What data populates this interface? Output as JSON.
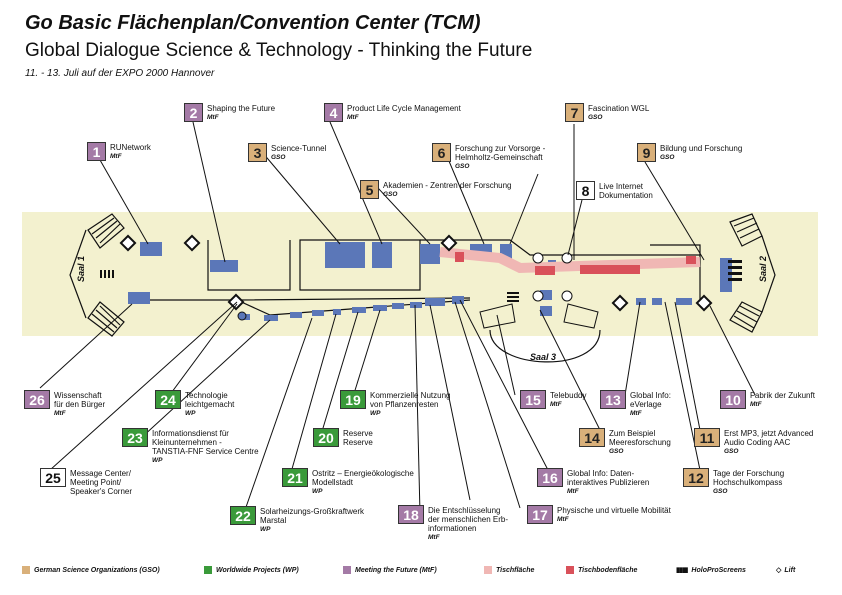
{
  "header": {
    "title": "Go Basic Flächenplan/Convention Center (TCM)",
    "subtitle": "Global Dialogue Science & Technology - Thinking the Future",
    "dates": "11. - 13. Juli auf der EXPO 2000 Hannover"
  },
  "halls": {
    "saal1": "Saal 1",
    "saal2": "Saal 2",
    "saal3": "Saal 3"
  },
  "colors": {
    "gso": "#d9b07a",
    "wp": "#3a9a3a",
    "mtf": "#a47aa6",
    "tisch": "#f0b7b4",
    "tischboden": "#d9515a",
    "floor": "#f3f1cf",
    "booth": "#5b77b8"
  },
  "stations": [
    {
      "n": "1",
      "cat": "MtF",
      "label": "RUNetwork",
      "tag": "MtF"
    },
    {
      "n": "2",
      "cat": "MtF",
      "label": "Shaping the Future",
      "tag": "MtF"
    },
    {
      "n": "3",
      "cat": "GSO",
      "label": "Science-Tunnel",
      "tag": "GSO"
    },
    {
      "n": "4",
      "cat": "MtF",
      "label": "Product Life Cycle Management",
      "tag": "MtF"
    },
    {
      "n": "5",
      "cat": "GSO",
      "label": "Akademien - Zentren der Forschung",
      "tag": "GSO"
    },
    {
      "n": "6",
      "cat": "GSO",
      "label": "Forschung zur Vorsorge -\nHelmholtz-Gemeinschaft",
      "tag": "GSO"
    },
    {
      "n": "7",
      "cat": "GSO",
      "label": "Fascination WGL",
      "tag": "GSO"
    },
    {
      "n": "8",
      "cat": "none",
      "label": "Live Internet\nDokumentation",
      "tag": ""
    },
    {
      "n": "9",
      "cat": "GSO",
      "label": "Bildung und Forschung",
      "tag": "GSO"
    },
    {
      "n": "10",
      "cat": "MtF",
      "label": "Fabrik der Zukunft",
      "tag": "MtF"
    },
    {
      "n": "11",
      "cat": "GSO",
      "label": "Erst MP3, jetzt Advanced\nAudio Coding AAC",
      "tag": "GSO"
    },
    {
      "n": "12",
      "cat": "GSO",
      "label": "Tage der Forschung\nHochschulkompass",
      "tag": "GSO"
    },
    {
      "n": "13",
      "cat": "MtF",
      "label": "Global Info:\neVerlage",
      "tag": "MtF"
    },
    {
      "n": "14",
      "cat": "GSO",
      "label": "Zum Beispiel\nMeeresforschung",
      "tag": "GSO"
    },
    {
      "n": "15",
      "cat": "MtF",
      "label": "Telebuddy",
      "tag": "MtF"
    },
    {
      "n": "16",
      "cat": "MtF",
      "label": "Global Info: Daten-\ninteraktives Publizieren",
      "tag": "MtF"
    },
    {
      "n": "17",
      "cat": "MtF",
      "label": "Physische und virtuelle Mobilität",
      "tag": "MtF"
    },
    {
      "n": "18",
      "cat": "MtF",
      "label": "Die Entschlüsselung\nder menschlichen Erb-\ninformationen",
      "tag": "MtF"
    },
    {
      "n": "19",
      "cat": "WP",
      "label": "Kommerzielle Nutzung\nvon Pflanzenresten",
      "tag": "WP"
    },
    {
      "n": "20",
      "cat": "WP",
      "label": "Reserve\nReserve",
      "tag": ""
    },
    {
      "n": "21",
      "cat": "WP",
      "label": "Ostritz – Energieökologische\nModellstadt",
      "tag": "WP"
    },
    {
      "n": "22",
      "cat": "WP",
      "label": "Solarheizungs-Großkraftwerk\nMarstal",
      "tag": "WP"
    },
    {
      "n": "23",
      "cat": "WP",
      "label": "Informationsdienst für\nKleinunternehmen -\nTANSTIA-FNF Service Centre",
      "tag": "WP"
    },
    {
      "n": "24",
      "cat": "WP",
      "label": "Technologie\nleichtgemacht",
      "tag": "WP"
    },
    {
      "n": "25",
      "cat": "none",
      "label": "Message Center/\nMeeting Point/\nSpeaker's Corner",
      "tag": ""
    },
    {
      "n": "26",
      "cat": "MtF",
      "label": "Wissenschaft\nfür den Bürger",
      "tag": "MtF"
    }
  ],
  "legend": {
    "gso": "German Science Organizations (GSO)",
    "wp": "Worldwide Projects (WP)",
    "mtf": "Meeting the Future (MtF)",
    "tisch": "Tischfläche",
    "tischboden": "Tischbodenfläche",
    "holo": "HoloProScreens",
    "lift": "Lift"
  }
}
